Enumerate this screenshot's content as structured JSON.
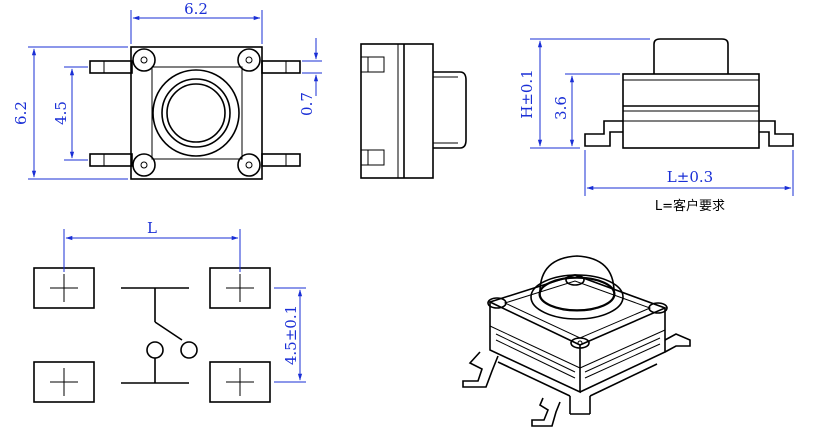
{
  "colors": {
    "dimension": "#1a2fd6",
    "drawing": "#000000"
  },
  "dimensions": {
    "top_width": "6.2",
    "top_height": "6.2",
    "pin_pitch": "4.5",
    "pin_width": "0.7",
    "side_height": "H±0.1",
    "body_height": "3.6",
    "length": "L±0.3",
    "length_note": "L=客户要求",
    "pad_spacing": "L",
    "pad_pitch": "4.5±0.1"
  }
}
